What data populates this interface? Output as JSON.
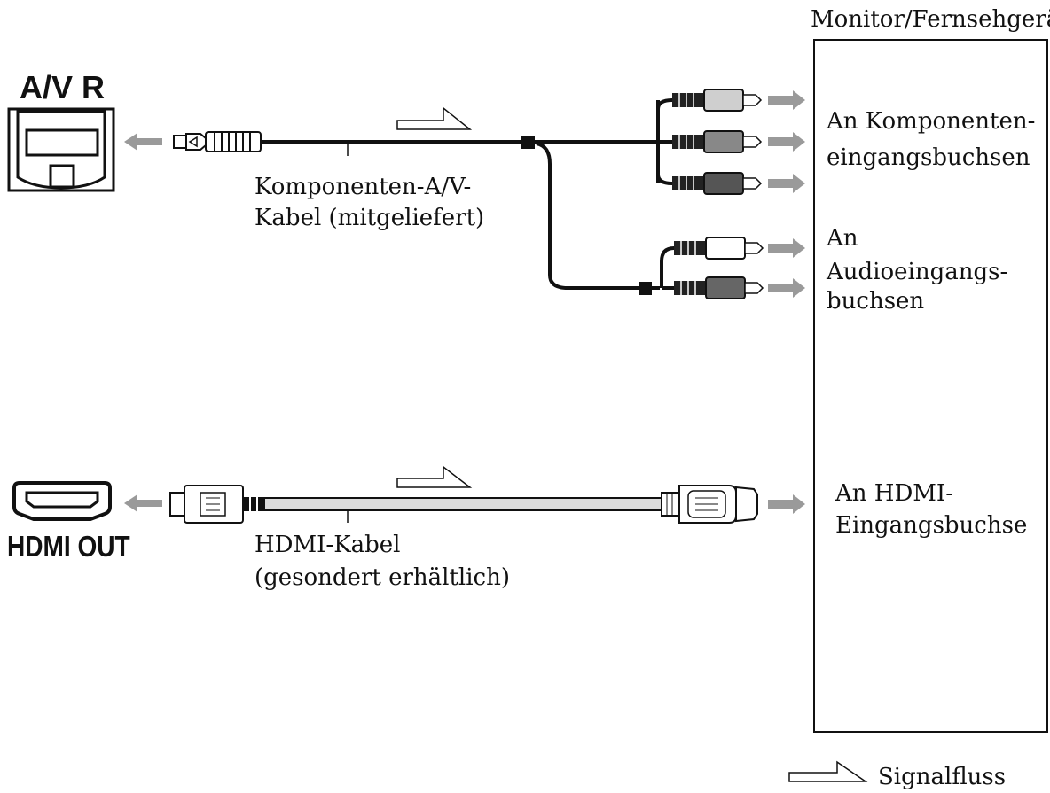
{
  "monitor": {
    "title": "Monitor/Fernsehgerä"
  },
  "ports": {
    "av_r": "A/V R",
    "hdmi_out": "HDMI OUT"
  },
  "cables": {
    "component_line1": "Komponenten-A/V-",
    "component_line2": "Kabel (mitgeliefert)",
    "hdmi_line1": "HDMI-Kabel",
    "hdmi_line2": "(gesondert erhältlich)"
  },
  "inputs": {
    "component_line1": "An Komponenten-",
    "component_line2": "eingangsbuchsen",
    "audio_line1": "An",
    "audio_line2": "Audioeingangs-",
    "audio_line3": "buchsen",
    "hdmi_line1": "An HDMI-",
    "hdmi_line2": "Eingangsbuchse"
  },
  "legend": {
    "signal_flow": "Signalfluss"
  },
  "colors": {
    "ink": "#111111",
    "arrow_gray": "#9a9a9a",
    "cable_light": "#dcdcdc"
  }
}
